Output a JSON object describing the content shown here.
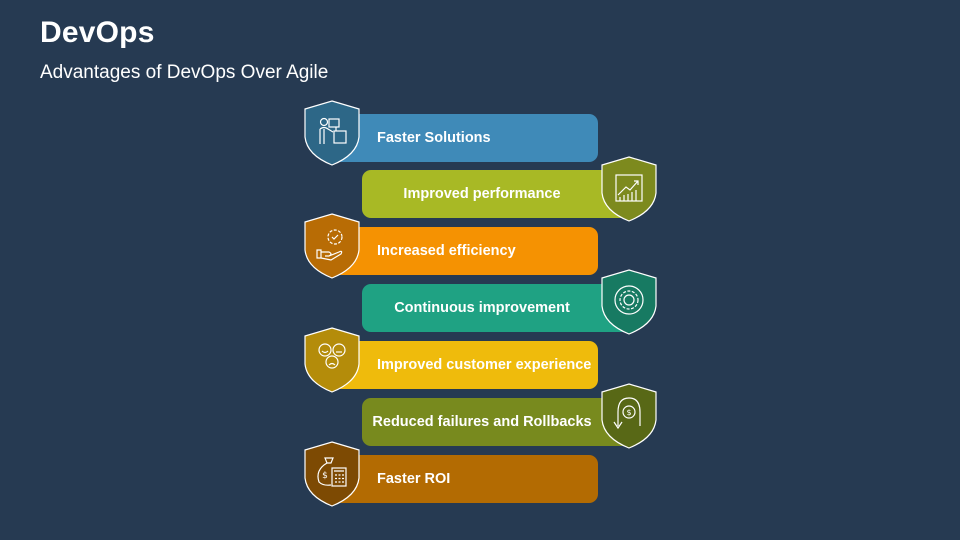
{
  "header": {
    "title": "DevOps",
    "subtitle": "Advantages of DevOps Over Agile"
  },
  "items": [
    {
      "label": "Faster Solutions",
      "side": "left",
      "icon": "person-puzzle-icon",
      "bar_color": "#3f8ab8",
      "shield_color": "#2d6787"
    },
    {
      "label": "Improved performance",
      "side": "right",
      "icon": "growth-chart-icon",
      "bar_color": "#a8b925",
      "shield_color": "#7d8a1e"
    },
    {
      "label": "Increased efficiency",
      "side": "left",
      "icon": "hand-gear-check-icon",
      "bar_color": "#f59202",
      "shield_color": "#b86c05"
    },
    {
      "label": "Continuous improvement",
      "side": "right",
      "icon": "gear-cycle-icon",
      "bar_color": "#1fa283",
      "shield_color": "#177a62"
    },
    {
      "label": "Improved customer experience",
      "side": "left",
      "icon": "feedback-faces-icon",
      "bar_color": "#efbb0c",
      "shield_color": "#b48c0a"
    },
    {
      "label": "Reduced failures and Rollbacks",
      "side": "right",
      "icon": "dollar-rollback-icon",
      "bar_color": "#788a1e",
      "shield_color": "#586816"
    },
    {
      "label": "Faster ROI",
      "side": "left",
      "icon": "money-bag-calculator-icon",
      "bar_color": "#b36b02",
      "shield_color": "#7d4a03"
    }
  ]
}
